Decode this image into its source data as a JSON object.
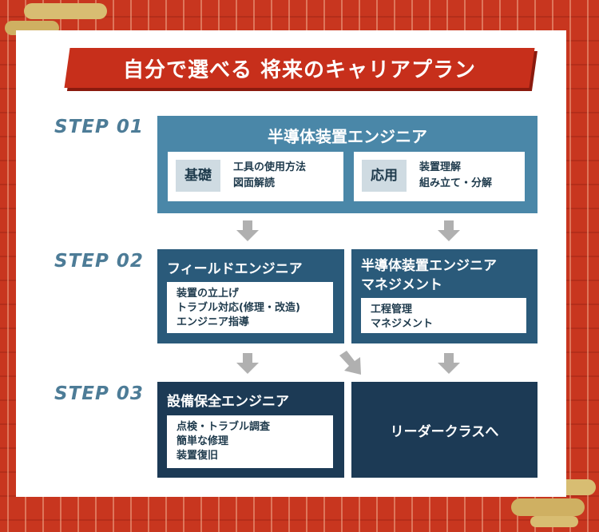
{
  "title": "自分で選べる 将来のキャリアプラン",
  "colors": {
    "frame": "#c8361f",
    "step_label": "#4d7c97",
    "step1_box": "#4a87a8",
    "step2_box": "#2a5a7a",
    "step3_box": "#1c3a55",
    "arrow": "#b0b0b0",
    "gold": "#d8bd72"
  },
  "steps": [
    {
      "label": "STEP 01",
      "boxes": [
        {
          "title": "半導体装置エンジニア",
          "groups": [
            {
              "tag": "基礎",
              "lines": [
                "工具の使用方法",
                "図面解読"
              ]
            },
            {
              "tag": "応用",
              "lines": [
                "装置理解",
                "組み立て・分解"
              ]
            }
          ]
        }
      ]
    },
    {
      "label": "STEP 02",
      "boxes": [
        {
          "title": "フィールドエンジニア",
          "lines": [
            "装置の立上げ",
            "トラブル対応(修理・改造)",
            "エンジニア指導"
          ]
        },
        {
          "title_lines": [
            "半導体装置エンジニア",
            "マネジメント"
          ],
          "lines": [
            "工程管理",
            "マネジメント"
          ]
        }
      ]
    },
    {
      "label": "STEP 03",
      "boxes": [
        {
          "title": "設備保全エンジニア",
          "lines": [
            "点検・トラブル調査",
            "簡単な修理",
            "装置復旧"
          ]
        },
        {
          "title": "リーダークラスへ"
        }
      ]
    }
  ],
  "arrows": [
    "step1-left-down",
    "step1-right-down",
    "step2-left-down",
    "step2-diagonal",
    "step2-right-down"
  ]
}
